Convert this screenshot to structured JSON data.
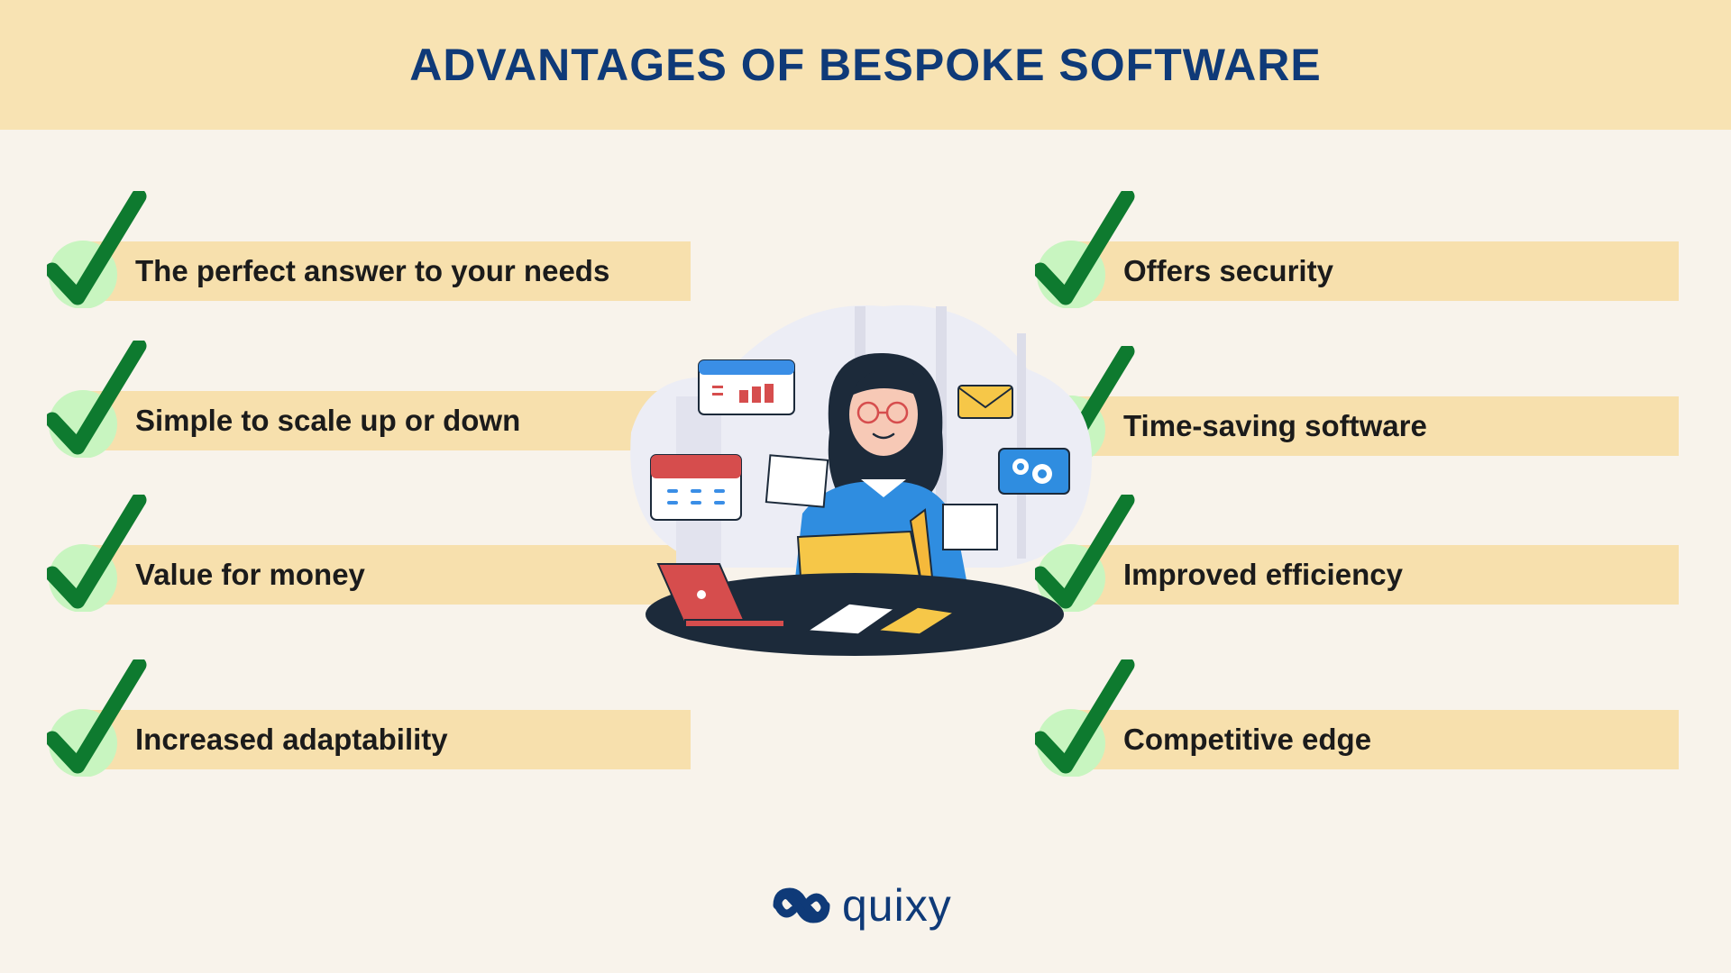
{
  "header": {
    "title": "ADVANTAGES OF BESPOKE SOFTWARE"
  },
  "left_items": [
    {
      "label": "The perfect answer to your needs"
    },
    {
      "label": "Simple to scale up or down"
    },
    {
      "label": "Value for money"
    },
    {
      "label": "Increased adaptability"
    }
  ],
  "right_items": [
    {
      "label": "Offers security"
    },
    {
      "label": "Time-saving software"
    },
    {
      "label": "Improved efficiency"
    },
    {
      "label": "Competitive edge"
    }
  ],
  "illustration": {
    "icons": [
      "calendar-icon",
      "chart-window-icon",
      "envelope-icon",
      "gears-icon",
      "laptop-icon",
      "folder-icon"
    ]
  },
  "brand": {
    "name": "quixy",
    "color": "#0f3a78"
  },
  "colors": {
    "header_bg": "#f8e3b3",
    "page_bg": "#f8f3eb",
    "item_bar": "#f7e0ad",
    "check_green": "#0e7a2f",
    "check_circle": "#c8f5c0"
  }
}
